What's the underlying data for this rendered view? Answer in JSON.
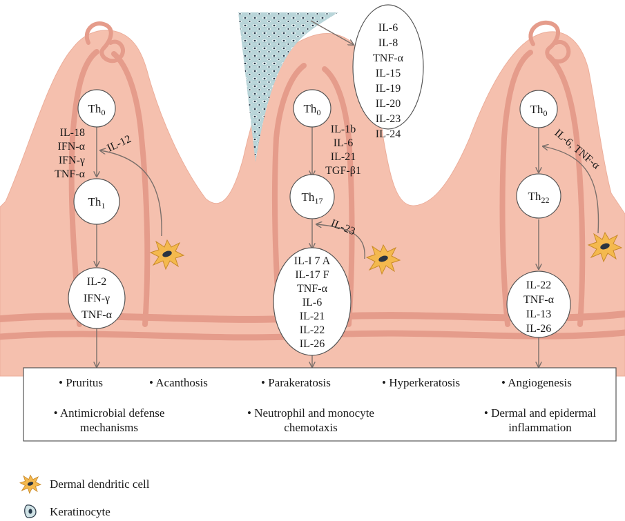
{
  "colors": {
    "skin": "#f5c0ae",
    "skin_dark": "#e8a391",
    "vessel": "#e59c8b",
    "epidermis": "#b7d4d8",
    "dendritic": "#f4b94e",
    "node_fill": "#ffffff",
    "arrow": "#7a6f6a"
  },
  "columns": {
    "left": {
      "th0": "Th0",
      "th_target": "Th1",
      "inducing_cytokines": [
        "IL-18",
        "IFN-α",
        "IFN-γ",
        "TNF-α"
      ],
      "dc_signal": "IL-12",
      "products": [
        "IL-2",
        "IFN-γ",
        "TNF-α"
      ]
    },
    "middle": {
      "th0": "Th0",
      "th_target": "Th17",
      "inducing_cytokines": [
        "IL-1b",
        "IL-6",
        "IL-21",
        "TGF-β1"
      ],
      "dc_signal": "IL-23",
      "products": [
        "IL-I 7 A",
        "IL-17 F",
        "TNF-α",
        "IL-6",
        "IL-21",
        "IL-22",
        "IL-26"
      ]
    },
    "right": {
      "th0": "Th0",
      "th_target": "Th22",
      "dc_signal": "IL-6, TNF-α",
      "products": [
        "IL-22",
        "TNF-α",
        "IL-13",
        "IL-26"
      ]
    }
  },
  "keratinocyte_cytokines": [
    "IL-6",
    "IL-8",
    "TNF-α",
    "IL-15",
    "IL-19",
    "IL-20",
    "IL-23",
    "IL-24"
  ],
  "outcomes": {
    "row1": [
      "• Pruritus",
      "• Acanthosis",
      "• Parakeratosis",
      "• Hyperkeratosis",
      "• Angiogenesis"
    ],
    "row2": [
      {
        "line1": "• Antimicrobial defense",
        "line2": "mechanisms"
      },
      {
        "line1": "• Neutrophil and monocyte",
        "line2": "chemotaxis"
      },
      {
        "line1": "• Dermal and epidermal",
        "line2": "inflammation"
      }
    ]
  },
  "legend": {
    "dendritic_cell": "Dermal dendritic cell",
    "keratinocyte": "Keratinocyte"
  }
}
